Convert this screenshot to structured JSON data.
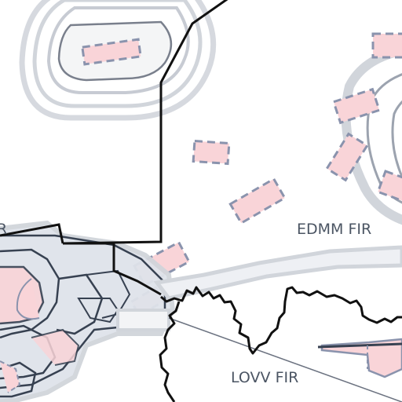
{
  "map": {
    "labels": {
      "edmm": "EDMM FIR",
      "lovv": "LOVV FIR",
      "edge_left": "R"
    },
    "colors": {
      "background": "#ffffff",
      "border": "#111111",
      "airspace_outline": "#6b7280",
      "restricted_fill": "#f9d4d8",
      "restricted_stroke": "#8a93ad",
      "ctr_fill": "#dfe3ea"
    }
  }
}
